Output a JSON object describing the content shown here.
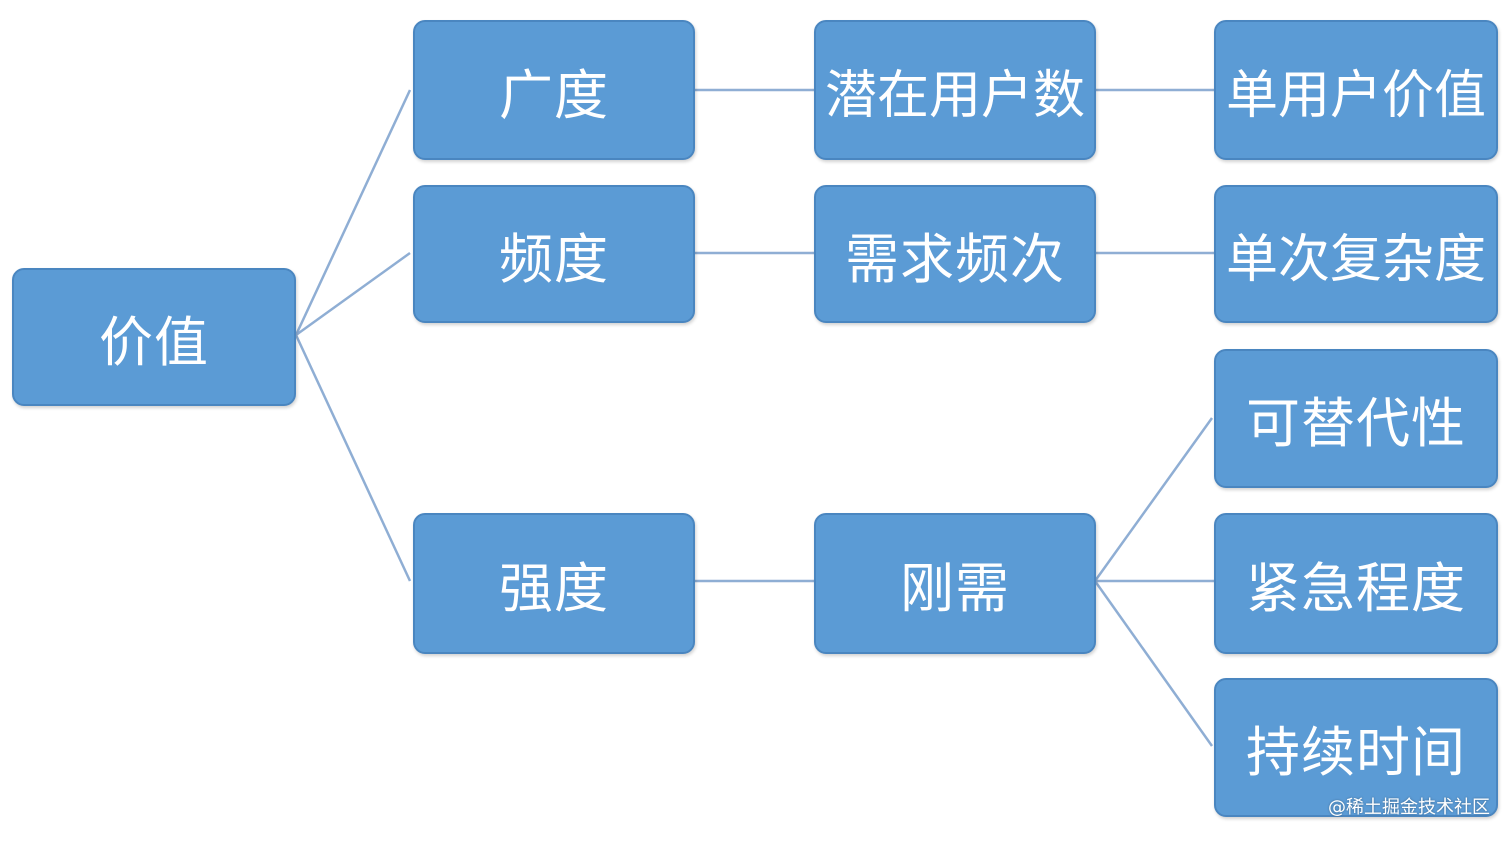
{
  "root": {
    "label": "价值"
  },
  "breadth": {
    "label": "广度",
    "step": "潜在用户数",
    "leaf": "单用户价值"
  },
  "frequency": {
    "label": "频度",
    "step": "需求频次",
    "leaf": "单次复杂度"
  },
  "intensity": {
    "label": "强度",
    "step": "刚需",
    "leaves": [
      "可替代性",
      "紧急程度",
      "持续时间"
    ]
  },
  "watermark": "@稀土掘金技术社区",
  "colors": {
    "node_fill": "#5b9bd5",
    "node_border": "#4a86c0",
    "connector": "#8faed4",
    "text": "#ffffff"
  }
}
